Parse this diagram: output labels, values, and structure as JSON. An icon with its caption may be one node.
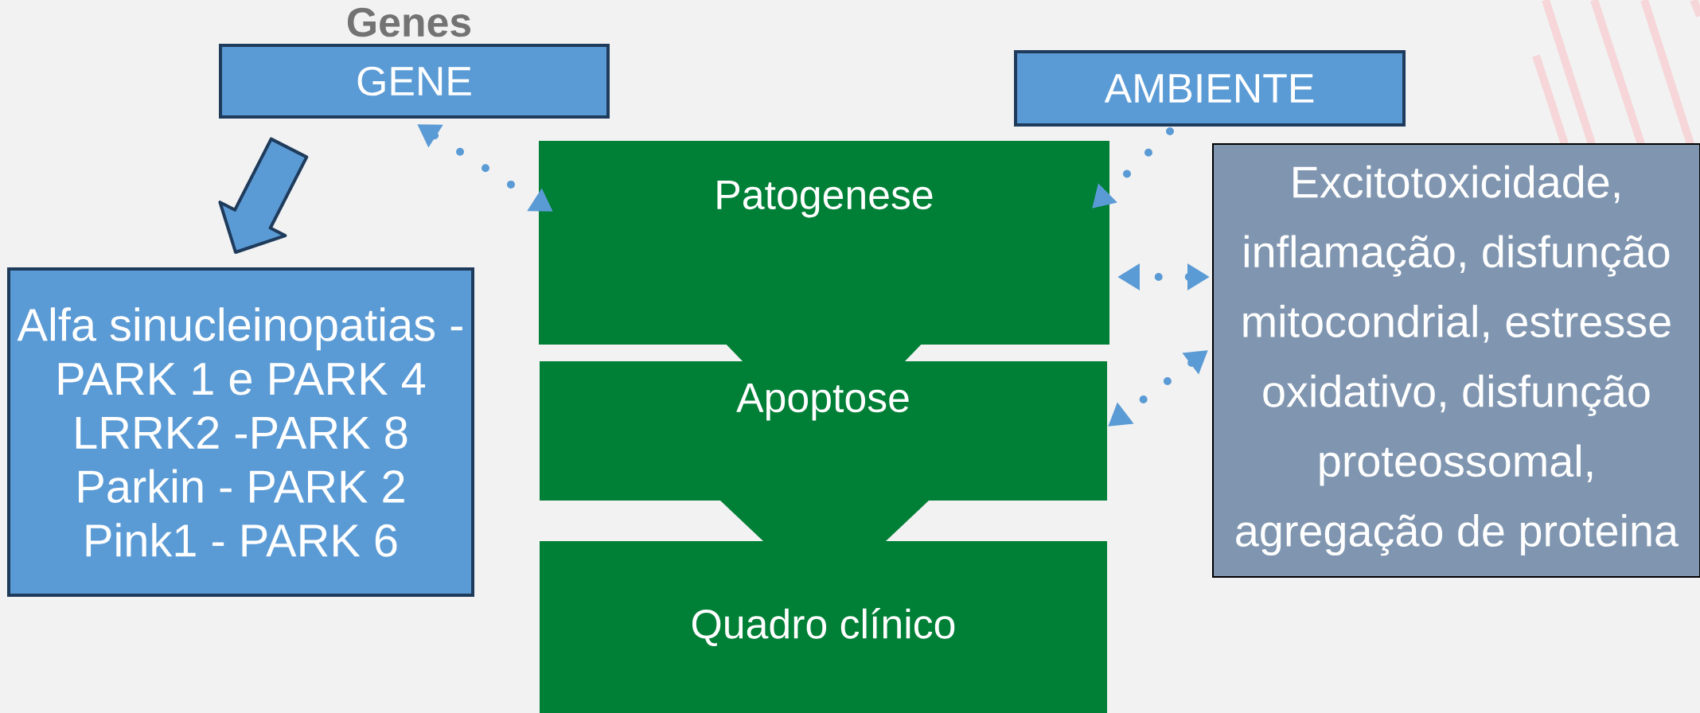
{
  "diagram": {
    "title": "Genes",
    "nodes": [
      {
        "text": [
          "GENE"
        ]
      },
      {
        "text": [
          "AMBIENTE"
        ]
      },
      {
        "text": [
          "Alfa sinucleinopatias - PARK 1 e PARK 4",
          "LRRK2 -PARK 8",
          "Parkin - PARK 2",
          "Pink1 - PARK 6"
        ]
      },
      {
        "text": [
          "Patogenese"
        ]
      },
      {
        "text": [
          "Apoptose"
        ]
      },
      {
        "text": [
          "Quadro clínico"
        ]
      },
      {
        "text": [
          "Excitotoxicidade, inflamação, disfunção mitocondrial, estresse oxidativo, disfunção proteossomal, agregação de proteina"
        ]
      }
    ],
    "edges": [
      {
        "from": 0,
        "to": 2,
        "arrow": "to",
        "style": "thick"
      },
      {
        "from": 0,
        "to": 3,
        "arrow": "both",
        "style": "dashed"
      },
      {
        "from": 1,
        "to": 3,
        "arrow": "to",
        "style": "dashed"
      },
      {
        "from": 6,
        "to": 3,
        "arrow": "both",
        "style": "dashed"
      },
      {
        "from": 6,
        "to": 4,
        "arrow": "both",
        "style": "dashed"
      },
      {
        "from": 3,
        "to": 4,
        "arrow": "none",
        "style": "thick",
        "color": "#007f36"
      },
      {
        "from": 4,
        "to": 5,
        "arrow": "none",
        "style": "thick",
        "color": "#007f36"
      }
    ]
  }
}
